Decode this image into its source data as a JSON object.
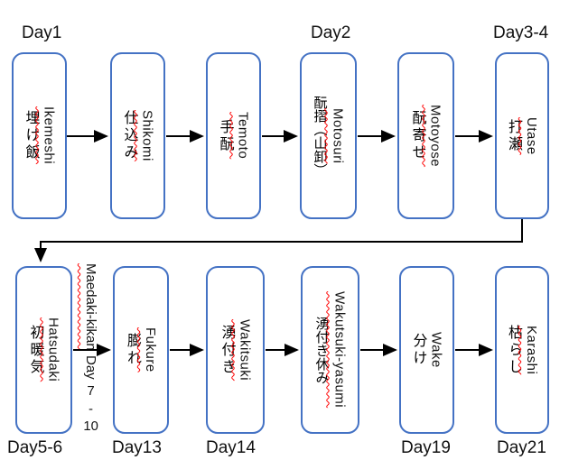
{
  "diagram_title": "",
  "colors": {
    "box_border": "#4472C4",
    "arrow": "#000000",
    "spellcheck_underline": "#FF0000",
    "text": "#000000",
    "background": "#FFFFFF"
  },
  "day_labels": {
    "day1": "Day1",
    "day2": "Day2",
    "day3_4": "Day3-4",
    "day5_6": "Day5-6",
    "day13": "Day13",
    "day14": "Day14",
    "day19": "Day19",
    "day21": "Day21"
  },
  "stages_top": [
    {
      "jp": "埋け飯",
      "romaji": "Ikemeshi",
      "misspelled": true
    },
    {
      "jp": "仕込み",
      "romaji": "Shikomi",
      "misspelled": true
    },
    {
      "jp": "手酛",
      "romaji": "Temoto",
      "misspelled": true
    },
    {
      "jp": "酛摺（山卸）",
      "romaji": "Motosuri",
      "misspelled": true
    },
    {
      "jp": "酛寄せ",
      "romaji": "Motoyose",
      "misspelled": true
    },
    {
      "jp": "打瀬",
      "romaji": "Utase",
      "misspelled": true
    }
  ],
  "stages_bottom": [
    {
      "jp": "初暖気",
      "romaji": "Hatsudaki",
      "misspelled": true
    },
    {
      "jp": "膨れ",
      "romaji": "Fukure",
      "misspelled": true
    },
    {
      "jp": "湧付き",
      "romaji": "Wakitsuki",
      "misspelled": true
    },
    {
      "jp": "湧付き休み",
      "romaji": "Wakutsuki-yasumi",
      "misspelled": true
    },
    {
      "jp": "分け",
      "romaji": "Wake",
      "misspelled": false
    },
    {
      "jp": "枯らし",
      "romaji": "Karashi",
      "misspelled": true
    }
  ],
  "interval_label": {
    "name": "Maedaki-kikan",
    "word": "Day",
    "from": "7",
    "dash": "-",
    "to": "10",
    "misspelled_part": "Maedaki-kikan"
  }
}
